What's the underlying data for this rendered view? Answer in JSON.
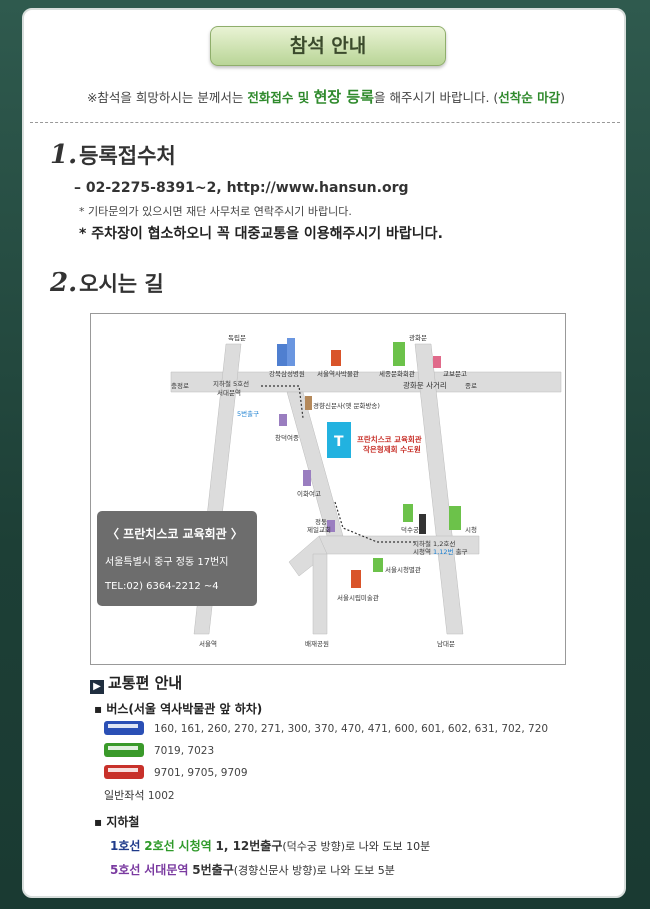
{
  "header": {
    "title": "참석 안내",
    "notice_prefix": "※참석을 희망하시는 분께서는 ",
    "notice_phone": "전화접수",
    "notice_and": " 및 ",
    "notice_onsite": "현장 등록",
    "notice_mid": "을 해주시기 바랍니다. (",
    "notice_first": "선착순 마감",
    "notice_end": ")"
  },
  "section1": {
    "num": "1.",
    "title": "등록접수처",
    "contact": "– 02-2275-8391~2, http://www.hansun.org",
    "note_small": "* 기타문의가 있으시면 재단 사무처로 연락주시기 바랍니다.",
    "note_big": "* 주차장이 협소하오니 꼭 대중교통을 이용해주시기 바랍니다."
  },
  "section2": {
    "num": "2.",
    "title": "오시는 길"
  },
  "map": {
    "labels": {
      "dongnimmun": "독립문",
      "gwanghwamun": "광화문",
      "gangbuk": "강북삼성병원",
      "history_museum": "서울역사박물관",
      "sejong": "세종문화회관",
      "kyobo": "교보문고",
      "chungjeongno": "충정로",
      "subway5": "지하철 5호선",
      "seodaemun": "서대문역",
      "exit5": "5번출구",
      "gwanghwamun_sageori": "광화문 사거리",
      "jongno": "종로",
      "kyunghyang": "경향신문사(옛 문화방송)",
      "changdeok": "창덕여중",
      "francisco1": "프란치스코 교육회관",
      "francisco2": "작은형제회 수도원",
      "ewha": "이화여고",
      "jeongdong1": "정동",
      "jeongdong2": "제일교회",
      "deoksugung": "덕수궁",
      "cityhall": "시청",
      "subway12": "지하철 1,2호선",
      "cityhall_stn": "시청역",
      "exit112": "1,12번",
      "exit_word": "출구",
      "seoul_annex": "서울시청별관",
      "seoul_museum": "서울시립미술관",
      "seoul_stn": "서울역",
      "baejae": "배재공원",
      "namdaemun": "남대문"
    },
    "box": {
      "name": "〈 프란치스코 교육회관 〉",
      "address": "서울특별시 중구 정동 17번지",
      "tel": "TEL:02) 6364-2212 ~4"
    }
  },
  "transport": {
    "title": "교통편 안내",
    "bus_title": "버스(서울 역사박물관 앞 하차)",
    "bus_blue": "160, 161, 260, 270, 271, 300, 370, 470, 471, 600, 601, 602, 631, 702, 720",
    "bus_green": "7019, 7023",
    "bus_red": "9701, 9705, 9709",
    "bus_seat_label": "일반좌석",
    "bus_seat": "1002",
    "subway_title": "지하철",
    "line1": "1호선",
    "line2": "2호선",
    "stn_cityhall": "시청역",
    "cityhall_exits": "1, 12번출구",
    "cityhall_desc": "(덕수궁 방향)로 나와 도보 10분",
    "line5": "5호선",
    "stn_seodaemun": "서대문역",
    "seodaemun_exit": "5번출구",
    "seodaemun_desc": "(경향신문사 방향)로 나와 도보 5분"
  },
  "colors": {
    "bus_blue": "#2a4fb5",
    "bus_green": "#3a9a2a",
    "bus_red": "#c8312a",
    "line1": "#1f3a8a",
    "line2": "#2f9a2a",
    "line5": "#7a3aa0",
    "accent_green": "#2f8a2c"
  }
}
